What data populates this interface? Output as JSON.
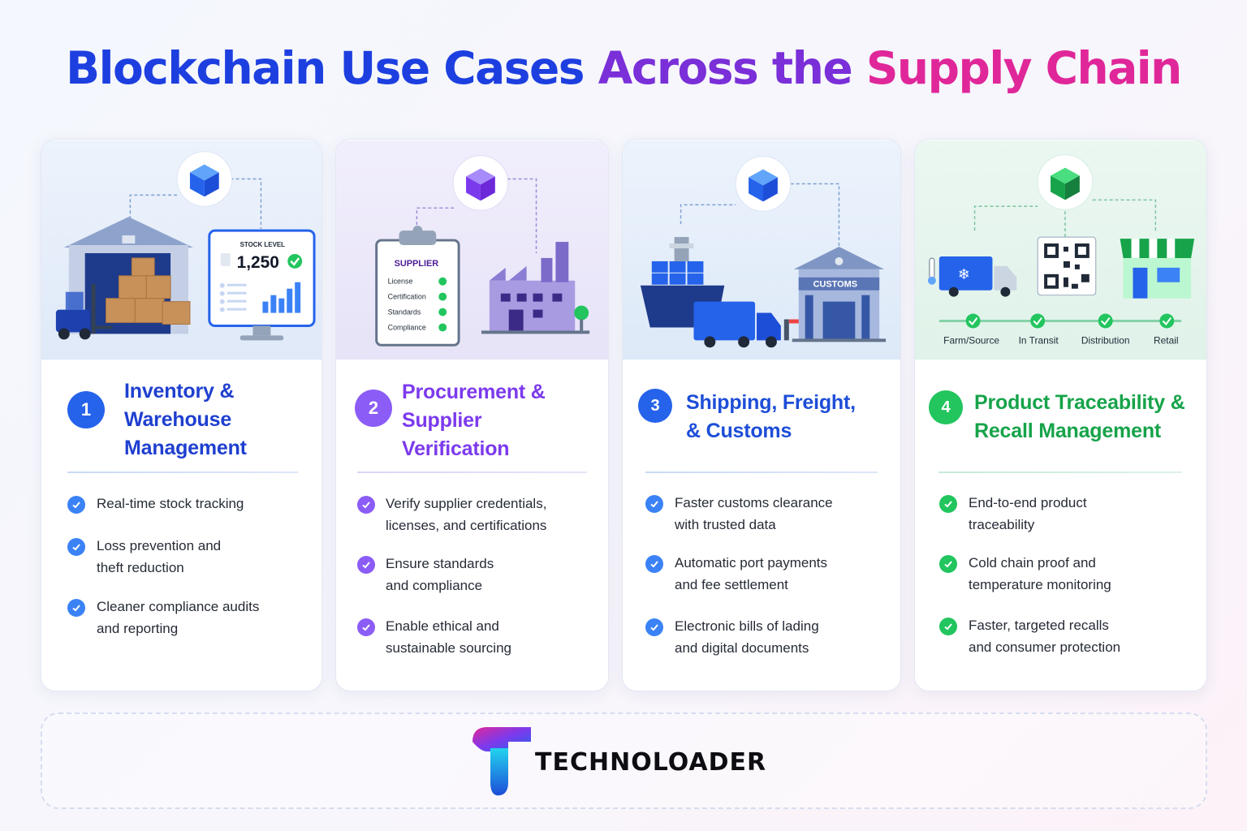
{
  "title": {
    "part1": "Blockchain Use Cases",
    "part2": "Across the",
    "part3": "Supply Chain"
  },
  "colors": {
    "blue": "#2563eb",
    "purple": "#7c3aed",
    "green": "#16a34a",
    "title_blue": "#1d3fe0",
    "title_pink": "#e0279a"
  },
  "cards": [
    {
      "number": "1",
      "title_lines": [
        "Inventory &",
        "Warehouse",
        "Management"
      ],
      "illustration": {
        "icon": "cube-icon",
        "stock_label": "STOCK LEVEL",
        "stock_value": "1,250"
      },
      "features": [
        {
          "lines": [
            "Real-time stock tracking"
          ]
        },
        {
          "lines": [
            "Loss prevention and",
            "theft reduction"
          ]
        },
        {
          "lines": [
            "Cleaner compliance audits",
            "and reporting"
          ]
        }
      ]
    },
    {
      "number": "2",
      "title_lines": [
        "Procurement &",
        "Supplier",
        "Verification"
      ],
      "illustration": {
        "icon": "cube-icon",
        "clipboard_title": "SUPPLIER",
        "clipboard_items": [
          "License",
          "Certification",
          "Standards",
          "Compliance"
        ]
      },
      "features": [
        {
          "lines": [
            "Verify supplier credentials,",
            "licenses, and certifications"
          ]
        },
        {
          "lines": [
            "Ensure standards",
            "and compliance"
          ]
        },
        {
          "lines": [
            "Enable ethical and",
            "sustainable sourcing"
          ]
        }
      ]
    },
    {
      "number": "3",
      "title_lines": [
        "Shipping, Freight,",
        "& Customs"
      ],
      "illustration": {
        "icon": "cube-icon",
        "building_label": "CUSTOMS"
      },
      "features": [
        {
          "lines": [
            "Faster customs clearance",
            "with trusted data"
          ]
        },
        {
          "lines": [
            "Automatic port payments",
            "and fee settlement"
          ]
        },
        {
          "lines": [
            "Electronic bills of lading",
            "and digital documents"
          ]
        }
      ]
    },
    {
      "number": "4",
      "title_lines": [
        "Product Traceability &",
        "Recall Management"
      ],
      "illustration": {
        "icon": "cube-icon",
        "stages": [
          "Farm/Source",
          "In Transit",
          "Distribution",
          "Retail"
        ]
      },
      "features": [
        {
          "lines": [
            "End-to-end product",
            "traceability"
          ]
        },
        {
          "lines": [
            "Cold chain proof and",
            "temperature monitoring"
          ]
        },
        {
          "lines": [
            "Faster, targeted recalls",
            "and consumer protection"
          ]
        }
      ]
    }
  ],
  "footer": {
    "brand": "TECHNOLOADER"
  }
}
